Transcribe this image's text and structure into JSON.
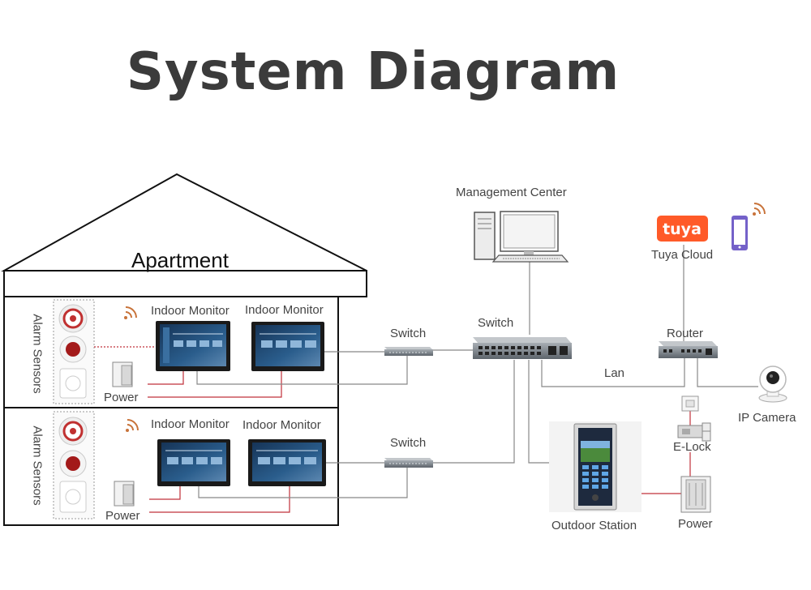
{
  "title": "System Diagram",
  "labels": {
    "apartment": "Apartment",
    "alarm_sensors": "Alarm Sensors",
    "indoor_monitor": "Indoor Monitor",
    "power": "Power",
    "switch": "Switch",
    "management_center": "Management Center",
    "tuya_logo": "tuya",
    "tuya_cloud": "Tuya Cloud",
    "router": "Router",
    "lan": "Lan",
    "ip_camera": "IP Camera",
    "e_lock": "E-Lock",
    "outdoor_station": "Outdoor Station"
  },
  "colors": {
    "power_line": "#c0303a",
    "network_line": "#888888",
    "tuya_brand": "#ff5a28",
    "monitor_screen": "#1f3f66",
    "wifi_icon": "#c8733a"
  }
}
